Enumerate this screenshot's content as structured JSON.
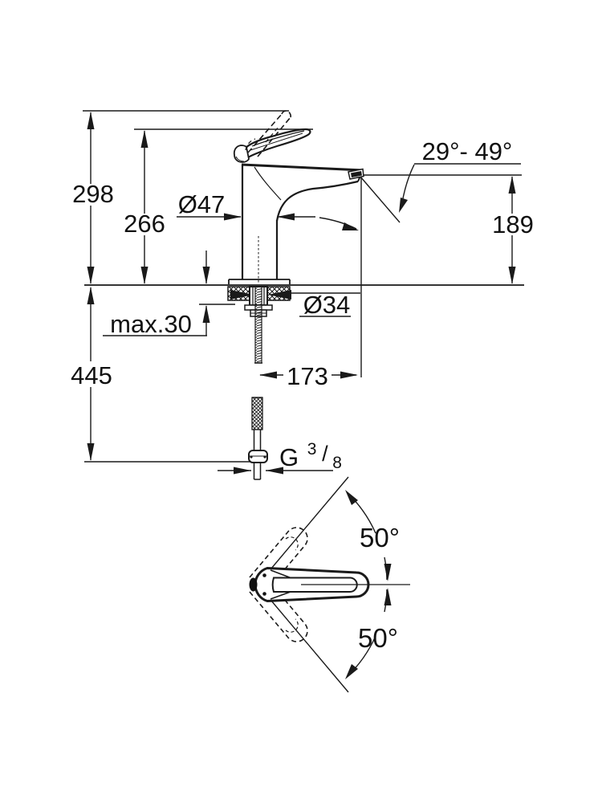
{
  "drawing": {
    "description": "Technical dimension drawing of a single-lever basin mixer tap: side view with installation dimensions and a top view of the handle swivel range",
    "line_color": "#1a1a1a",
    "background": "#ffffff"
  },
  "dimensions": {
    "overall_height": "298",
    "lever_height": "266",
    "body_diameter": "Ø47",
    "spout_angle_range": "29°- 49°",
    "spout_outlet_height": "189",
    "max_mounting_thickness": "max.30",
    "mounting_hole_diameter": "Ø34",
    "hose_reach": "445",
    "spout_projection": "173",
    "thread": {
      "prefix": "G",
      "numerator": "3",
      "slash": "/",
      "denominator": "8"
    },
    "handle_swivel_up": "50°",
    "handle_swivel_down": "50°"
  }
}
